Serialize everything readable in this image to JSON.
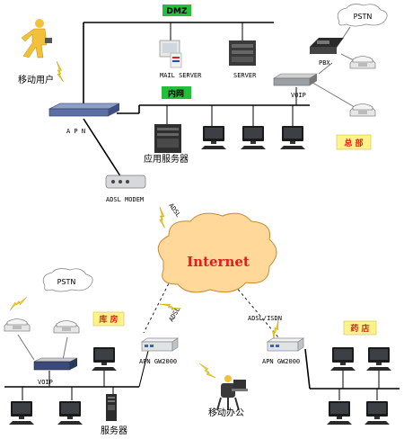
{
  "colors": {
    "green_tag": "#22c03a",
    "yellow_tag": "#fff38a",
    "red_text": "#e0201a",
    "cloud": "#ffd89a",
    "lightning": "#f7d21c",
    "monitor": "#1a1a1a",
    "device": "#d9dde2"
  },
  "labels": {
    "dmz": "DMZ",
    "lan": "内网",
    "mobile_user": "移动用户",
    "mail_server": "MAIL SERVER",
    "server": "SERVER",
    "pstn_top": "PSTN",
    "pbx": "PBX",
    "voip_top": "VOIP",
    "apn": "A P N",
    "app_server": "应用服务器",
    "hq": "总  部",
    "adsl_modem": "ADSL MODEM",
    "adsl_top": "ADSL",
    "internet": "Internet",
    "pstn_left": "PSTN",
    "warehouse": "库  房",
    "adsl_left": "ADSL",
    "adsl_isdn": "ADSL/ISDN",
    "pharmacy": "药  店",
    "voip_left": "VOIP",
    "gw_left": "APN GW2000",
    "gw_right": "APN GW2000",
    "server_left": "服务器",
    "mobile_office": "移动办公"
  },
  "icons": [
    "mobile-user-icon",
    "mail-server-icon",
    "server-icon",
    "pbx-icon",
    "phone-icon",
    "apn-router-icon",
    "app-server-icon",
    "monitor-icon",
    "adsl-modem-icon",
    "internet-cloud-icon",
    "voip-gateway-icon",
    "apn-gw2000-icon",
    "mobile-office-icon",
    "lightning-icon"
  ]
}
